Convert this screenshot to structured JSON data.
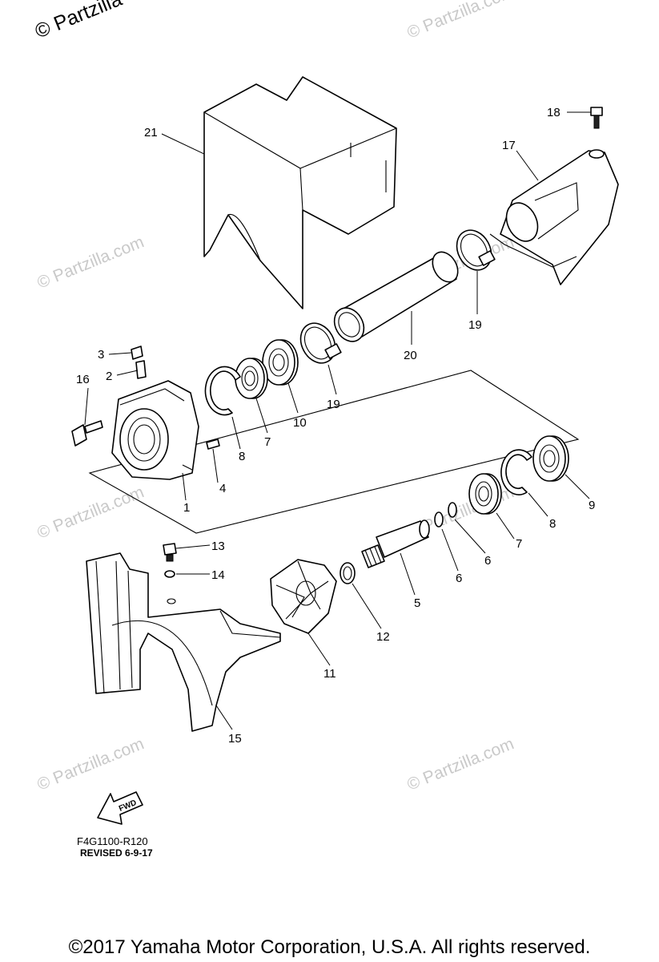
{
  "watermark": {
    "text": "© Partzilla.com",
    "corner_text": "© Partzilla"
  },
  "diagram": {
    "code": "F4G1100-R120",
    "revised": "REVISED 6-9-17",
    "fwd_label": "FWD"
  },
  "callouts": {
    "c1": "1",
    "c2": "2",
    "c3": "3",
    "c4": "4",
    "c5": "5",
    "c6a": "6",
    "c6b": "6",
    "c7a": "7",
    "c7b": "7",
    "c8a": "8",
    "c8b": "8",
    "c9": "9",
    "c10": "10",
    "c11": "11",
    "c12": "12",
    "c13": "13",
    "c14": "14",
    "c15": "15",
    "c16": "16",
    "c17": "17",
    "c18": "18",
    "c19a": "19",
    "c19b": "19",
    "c20": "20",
    "c21": "21"
  },
  "footer": {
    "copyright": "©2017  Yamaha Motor Corporation, U.S.A. All rights reserved."
  }
}
